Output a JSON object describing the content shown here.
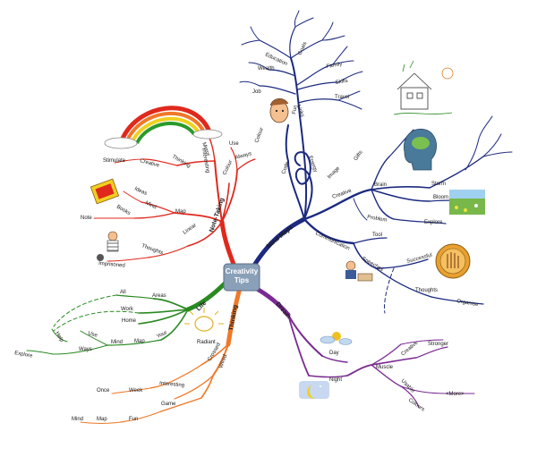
{
  "center": {
    "line1": "Creativity",
    "line2": "Tips"
  },
  "branches": {
    "mind_maps": "Mind Maps",
    "note_taking": "Note-Taking",
    "life": "Life",
    "thinking": "Thinking",
    "dream": "Dream"
  },
  "mindmaps": {
    "colour": "Colour",
    "code": "Code",
    "fun": "Fun",
    "energy": "Energy",
    "image": "Image",
    "creative": "Creative",
    "communication": "Communication",
    "education": "Education",
    "goals": "Goals",
    "wealth": "Wealth",
    "family": "Family",
    "job": "Job",
    "skills": "Skills",
    "travel": "Travel",
    "links": "Links",
    "gifts": "Gifts",
    "brain": "Brain",
    "bloom": "Bloom",
    "storm": "Storm",
    "problem": "Problem",
    "explore": "Explore",
    "tool": "Tool",
    "speeches": "Speeches",
    "successful": "Successful",
    "thoughts": "Thoughts",
    "organise": "Organise"
  },
  "notetaking": {
    "mirror": "Mirror",
    "use": "Use",
    "always": "Always",
    "interesting": "Interesting",
    "colour": "Colour",
    "thinking": "Thinking",
    "creative": "Creative",
    "stimulate": "Stimulate",
    "ideas": "Ideas",
    "mind": "Mind",
    "map": "Map",
    "books": "Books",
    "note": "Note",
    "linear": "Linear",
    "thoughts": "Thoughts",
    "imprisoned": "Imprisoned"
  },
  "life": {
    "all": "All",
    "areas": "Areas",
    "work": "Work",
    "home": "Home",
    "use": "Use",
    "help": "Help",
    "ways": "Ways",
    "mind": "Mind",
    "map": "Map",
    "your": "Your",
    "explore": "Explore"
  },
  "thinking": {
    "radiant": "Radiant",
    "crossed": "Crossed",
    "wired": "Wired",
    "interesting": "Interesting",
    "once": "Once",
    "week": "Week",
    "game": "Game",
    "mind": "Mind",
    "map": "Map",
    "fun": "Fun"
  },
  "dream": {
    "day": "Day",
    "night": "Night",
    "muscle": "Muscle",
    "creative": "Creative",
    "stronger": "Stronger",
    "usable": "Usable",
    "colours": "Colours",
    "more": "<More>"
  },
  "colors": {
    "mind_maps": "#1c2a80",
    "note_taking": "#e0281c",
    "life": "#2a8a22",
    "thinking": "#f07828",
    "dream": "#7a2a92",
    "center": "#8aa0b8"
  }
}
